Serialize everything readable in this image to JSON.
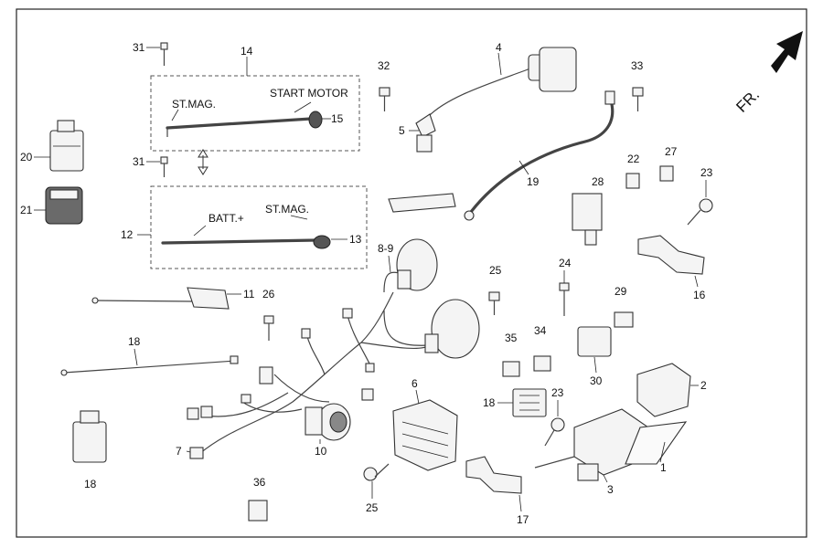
{
  "diagram": {
    "labels": {
      "st_mag_top": "ST.MAG.",
      "start_motor": "START MOTOR",
      "batt": "BATT.+",
      "st_mag_bottom": "ST.MAG.",
      "front": "FR."
    },
    "callouts": {
      "n1": "1",
      "n2": "2",
      "n3": "3",
      "n4": "4",
      "n5": "5",
      "n6": "6",
      "n7": "7",
      "n8_9": "8-9",
      "n10": "10",
      "n11": "11",
      "n12": "12",
      "n13": "13",
      "n14": "14",
      "n15": "15",
      "n16": "16",
      "n17": "17",
      "n18a": "18",
      "n18b": "18",
      "n18c": "18",
      "n19": "19",
      "n20": "20",
      "n21": "21",
      "n22": "22",
      "n23a": "23",
      "n23b": "23",
      "n24": "24",
      "n25a": "25",
      "n25b": "25",
      "n26": "26",
      "n27": "27",
      "n28": "28",
      "n29": "29",
      "n30": "30",
      "n31a": "31",
      "n31b": "31",
      "n32": "32",
      "n33": "33",
      "n34": "34",
      "n35": "35",
      "n36": "36"
    },
    "colors": {
      "line": "#333333",
      "frame": "#222222",
      "arrow": "#111111"
    }
  }
}
